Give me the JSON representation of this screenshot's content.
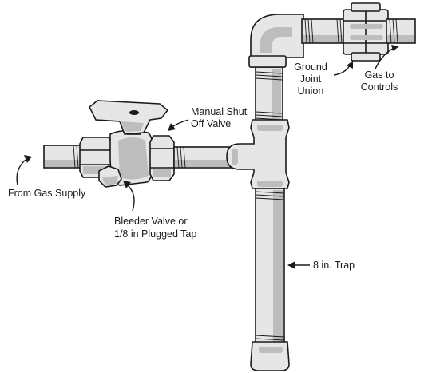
{
  "labels": {
    "manual_shutoff_line1": "Manual Shut",
    "manual_shutoff_line2": "Off Valve",
    "ground_joint_line1": "Ground",
    "ground_joint_line2": "Joint",
    "ground_joint_line3": "Union",
    "gas_to_controls_line1": "Gas to",
    "gas_to_controls_line2": "Controls",
    "from_gas_supply": "From Gas Supply",
    "bleeder_line1": "Bleeder Valve or",
    "bleeder_line2": "1/8 in Plugged Tap",
    "trap": "8 in. Trap"
  },
  "colors": {
    "pipe_fill": "#e6e6e6",
    "pipe_shade": "#bdbdbd",
    "outline": "#1a1a1a",
    "background": "#ffffff"
  },
  "icons": {
    "valve_handle": "t-handle-icon",
    "bleeder_plug": "hex-plug-icon"
  }
}
